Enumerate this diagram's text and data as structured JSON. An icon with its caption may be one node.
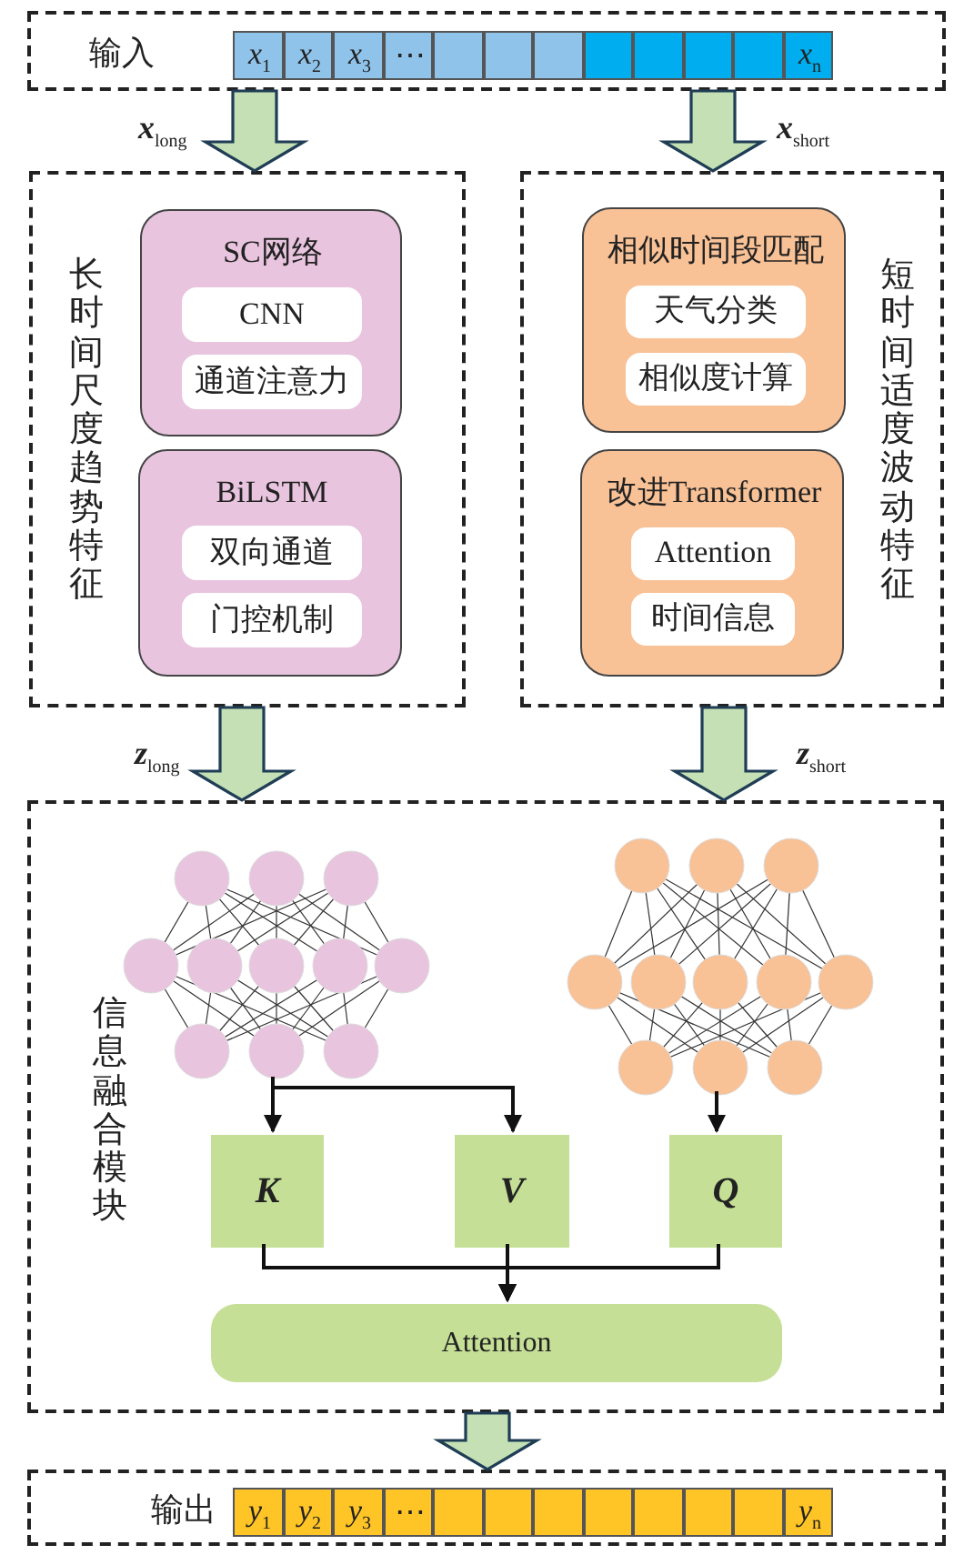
{
  "diagram": {
    "nodes": [
      {
        "text": [
          "输入"
        ]
      },
      {
        "text": [
          "*x*$_{1}$"
        ],
        "in": 0
      },
      {
        "text": [
          "*x*$_{2}$"
        ],
        "in": 0
      },
      {
        "text": [
          "*x*$_{3}$"
        ],
        "in": 0
      },
      {
        "text": [
          "⋯"
        ],
        "in": 0
      },
      {
        "text": [],
        "shape": "box",
        "in": 0
      },
      {
        "text": [],
        "shape": "box",
        "in": 0
      },
      {
        "text": [],
        "shape": "box",
        "in": 0
      },
      {
        "text": [],
        "shape": "box",
        "in": 0
      },
      {
        "text": [],
        "shape": "box",
        "in": 0
      },
      {
        "text": [],
        "shape": "box",
        "in": 0
      },
      {
        "text": [],
        "shape": "box",
        "in": 0
      },
      {
        "text": [
          "*x*$_{n}$"
        ],
        "in": 0
      },
      {
        "text": [
          "长时间尺度趋势特征"
        ]
      },
      {
        "text": [
          "SC网络"
        ],
        "in": 13
      },
      {
        "text": [
          "CNN"
        ],
        "in": 14
      },
      {
        "text": [
          "通道注意力"
        ],
        "in": 14
      },
      {
        "text": [
          "BiLSTM"
        ],
        "in": 13
      },
      {
        "text": [
          "双向通道"
        ],
        "in": 17
      },
      {
        "text": [
          "门控机制"
        ],
        "in": 17
      },
      {
        "text": [
          "短时间适度波动特征"
        ]
      },
      {
        "text": [
          "相似时间段匹配"
        ],
        "in": 20
      },
      {
        "text": [
          "天气分类"
        ],
        "in": 21
      },
      {
        "text": [
          "相似度计算"
        ],
        "in": 21
      },
      {
        "text": [
          "改进Transformer"
        ],
        "in": 20
      },
      {
        "text": [
          "Attention"
        ],
        "in": 24
      },
      {
        "text": [
          "时间信息"
        ],
        "in": 24
      },
      {
        "text": [
          "信息融合模块"
        ]
      },
      {
        "text": [],
        "shape": "picture",
        "in": 27
      },
      {
        "text": [],
        "shape": "picture",
        "in": 27
      },
      {
        "text": [
          "K"
        ],
        "in": 27
      },
      {
        "text": [
          "V"
        ],
        "in": 27
      },
      {
        "text": [
          "Q"
        ],
        "in": 27
      },
      {
        "text": [
          "Attention"
        ],
        "in": 27
      },
      {
        "text": [
          "输出"
        ]
      },
      {
        "text": [
          "*y*$_{1}$"
        ],
        "in": 34
      },
      {
        "text": [
          "*y*$_{2}$"
        ],
        "in": 34
      },
      {
        "text": [
          "*y*$_{3}$"
        ],
        "in": 34
      },
      {
        "text": [
          "⋯"
        ],
        "in": 34
      },
      {
        "text": [],
        "shape": "box",
        "in": 34
      },
      {
        "text": [],
        "shape": "box",
        "in": 34
      },
      {
        "text": [],
        "shape": "box",
        "in": 34
      },
      {
        "text": [],
        "shape": "box",
        "in": 34
      },
      {
        "text": [],
        "shape": "box",
        "in": 34
      },
      {
        "text": [],
        "shape": "box",
        "in": 34
      },
      {
        "text": [],
        "shape": "box",
        "in": 34
      },
      {
        "text": [
          "*y*$_{n}$"
        ],
        "in": 34
      }
    ],
    "edges": [
      {
        "from": 0,
        "to": 13,
        "arrow": "to",
        "label": "**x**$_{long}$",
        "style": "thick",
        "color": "#c5e0b4"
      },
      {
        "from": 0,
        "to": 20,
        "arrow": "to",
        "label": "**x**$_{short}$",
        "style": "thick",
        "color": "#c5e0b4"
      },
      {
        "from": 13,
        "to": 27,
        "arrow": "to",
        "label": "**z**$_{long}$",
        "style": "thick",
        "color": "#c5e0b4"
      },
      {
        "from": 20,
        "to": 27,
        "arrow": "to",
        "label": "**z**$_{short}$",
        "style": "thick",
        "color": "#c5e0b4"
      },
      {
        "from": 28,
        "to": 30,
        "arrow": "to"
      },
      {
        "from": 28,
        "to": 31,
        "arrow": "to"
      },
      {
        "from": 29,
        "to": 32,
        "arrow": "to"
      },
      {
        "from": 30,
        "to": 33,
        "arrow": "to"
      },
      {
        "from": 31,
        "to": 33,
        "arrow": "to"
      },
      {
        "from": 32,
        "to": 33,
        "arrow": "to"
      },
      {
        "from": 27,
        "to": 34,
        "arrow": "to",
        "style": "thick",
        "color": "#c5e0b4"
      }
    ]
  }
}
